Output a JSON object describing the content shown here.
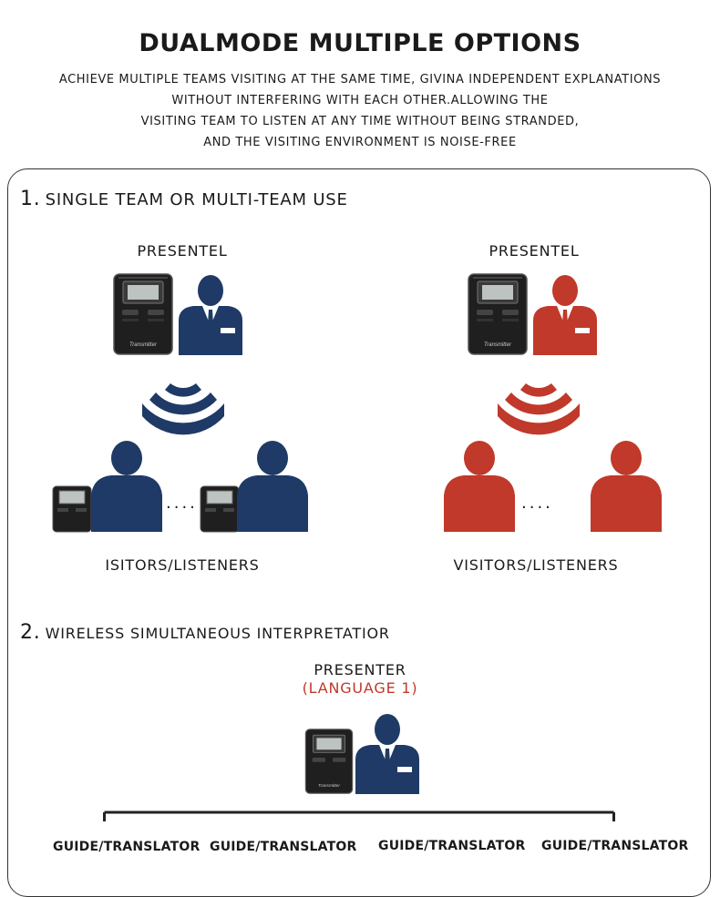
{
  "header": {
    "title": "DUALMODE MULTIPLE OPTIONS",
    "subtitle_lines": [
      "ACHIEVE MULTIPLE TEAMS VISITING AT THE SAME TIME, GIVINA INDEPENDENT EXPLANATIONS",
      "WITHOUT INTERFERING WITH EACH OTHER.ALLOWING THE",
      "VISITING TEAM TO LISTEN AT ANY TIME WITHOUT BEING STRANDED,",
      "AND THE VISITING ENVIRONMENT IS NOISE-FREE"
    ]
  },
  "section1": {
    "number": "1.",
    "heading": "SINGLE TEAM OR MULTI-TEAM USE",
    "left": {
      "presenter_label": "PRESENTEL",
      "listeners_label": "ISITORS/LISTENERS",
      "dots": "....",
      "color": "#1f3a66"
    },
    "right": {
      "presenter_label": "PRESENTEL",
      "listeners_label": "VISITORS/LISTENERS",
      "dots": "....",
      "color": "#c0392b"
    },
    "device_label": "Transmitter"
  },
  "section2": {
    "number": "2.",
    "heading": "WIRELESS SIMULTANEOUS INTERPRETATIOR",
    "presenter_label": "PRESENTER",
    "language_label": "(LANGUAGE 1)",
    "guides": [
      "GUIDE/TRANSLATOR",
      "GUIDE/TRANSLATOR",
      "GUIDE/TRANSLATOR",
      "GUIDE/TRANSLATOR"
    ]
  },
  "colors": {
    "navy": "#1f3a66",
    "red": "#c0392b",
    "device": "#222222"
  }
}
